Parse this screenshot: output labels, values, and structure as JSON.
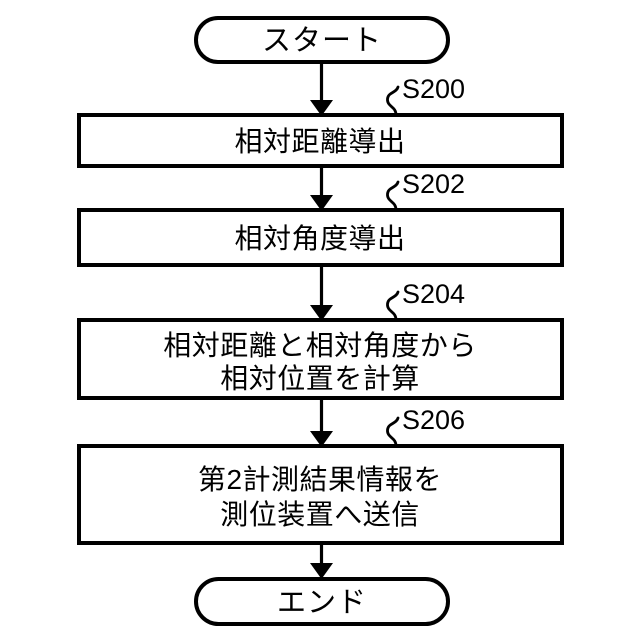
{
  "diagram": {
    "type": "flowchart",
    "orientation": "vertical",
    "language": "ja",
    "start": {
      "shape": "terminator",
      "label": "スタート"
    },
    "end": {
      "shape": "terminator",
      "label": "エンド"
    },
    "steps": [
      {
        "id": "S200",
        "shape": "process",
        "lines": [
          "相対距離導出"
        ],
        "line1": "相対距離導出",
        "line2": ""
      },
      {
        "id": "S202",
        "shape": "process",
        "lines": [
          "相対角度導出"
        ],
        "line1": "相対角度導出",
        "line2": ""
      },
      {
        "id": "S204",
        "shape": "process",
        "lines": [
          "相対距離と相対角度から",
          "相対位置を計算"
        ],
        "line1": "相対距離と相対角度から",
        "line2": "相対位置を計算"
      },
      {
        "id": "S206",
        "shape": "process",
        "lines": [
          "第2計測結果情報を",
          "測位装置へ送信"
        ],
        "line1": "第2計測結果情報を",
        "line2": "測位装置へ送信"
      }
    ],
    "colors": {
      "stroke": "#000000",
      "fill": "#ffffff",
      "text": "#000000",
      "background": "#ffffff"
    }
  }
}
